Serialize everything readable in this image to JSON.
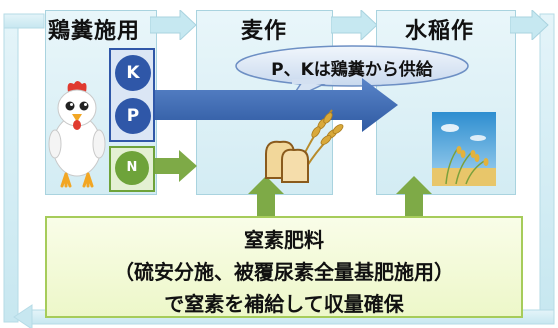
{
  "columns": {
    "manure": {
      "title": "鶏糞施用"
    },
    "wheat": {
      "title": "麦作"
    },
    "rice": {
      "title": "水稲作"
    }
  },
  "nutrients": [
    {
      "label": "K",
      "color": "#2f57a8"
    },
    {
      "label": "P",
      "color": "#2f57a8"
    },
    {
      "label": "N",
      "color": "#6ea33a"
    }
  ],
  "callout": {
    "text": "P、Kは鶏糞から供給"
  },
  "bottom": {
    "line1": "窒素肥料",
    "line2": "（硫安分施、被覆尿素全量基肥施用）",
    "line3": "で窒素を補給して収量確保"
  },
  "colors": {
    "column_bg": "#dff1f6",
    "flow_arrow": "#c6e8f1",
    "blue_arrow": "#3f6bb5",
    "green_arrow": "#7eaa47",
    "bottom_bg": "#f1f9d6"
  }
}
